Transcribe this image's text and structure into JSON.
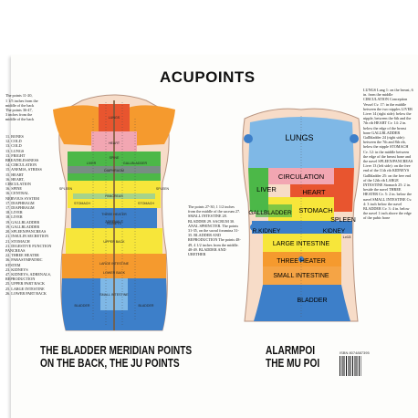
{
  "title": "ACUPOINTS",
  "left_notes": {
    "intro": "The points 11-20,\n1 1/5 inches from the\nmiddle of the back\nThe points 36-47,\n3 inches from the\nmiddle of the back",
    "items": [
      "11. BONES",
      "12. COLD",
      "13. COLD",
      "13. LUNGS",
      "13. FRIGHT",
      "BREATHLESSNESS",
      "14. CIRCULATION",
      "15. ANEMIA, STRESS",
      "15. HEART",
      "16. HEART,",
      "CIRCULATION",
      "16. SPINE",
      "16. CENTRAL",
      "NERVOUS SYSTEM",
      "17. DIAPHRAGM",
      "17. DIAPHRAGM",
      "18. LIVER",
      "18. LIVER",
      "19. GALLBLADDER",
      "19. GALLBLADDER",
      "20. SPLEEN/PANCREAS",
      "21. INSULIN SECRETION",
      "21. STOMACH",
      "21. DIGESTIVE FUNCTION",
      "PANCREAS",
      "22. THREE HEATER",
      "36. PARASYMPATHIC",
      "SYSTEM",
      "23. KIDNEYS",
      "47. KIDNEYS, ADRENALS,",
      "REPRODUCTION",
      "25. UPPER PART BACK",
      "25. LARGE INTESTINE",
      "26. LOWER PART BACK"
    ]
  },
  "middle_notes": "The points 27-30, 1 1/2 inches from the middle of the sacrum 27. SMALL INTESTINE 28. BLADDER 29. SACRUM 30. ANAL SPHINCTER. The points 31-35, on the sacral foramina 31-35. BLADDER AND REPRODUCTION The points 48-49, 4 1/2 inches from the middle. 48-49. BLADDER AND URETHER",
  "right_notes": "LUNGS Lung 1: on the breast, 6 in. from the middle CIRCULATION Conception Vessel Cv. 17: in the middle between the two nipples LIVER Liver 14 (right side): below the nipple, between the 6th and the 7th rib HEART Cv. 14: 2 in. below the edge of the breast bone GALLBLADDER Gallbladder 24 (right side): between the 7th and 8th rib, below the nipple STOMACH Cv. 12: in the middle between the edge of the breast bone and the navel SPLEEN/PANCREAS Liver 13 (left side): on the free end of the 11th rib KIDNEYS Gallbladder 25: on the free end of the 12th rib LARGE INTESTINE Stomach 25: 2 in. beside the navel THREE HEATER Cv. 5: 2 in. below the navel SMALL INTESTINE Cv. 4: 3 inch below the navel BLADDER Cv. 3: 4 in. below the navel 1 inch above the edge of the pubic bone",
  "back_labels": [
    "SPLEEN",
    "SPLEEN",
    "PANCREAS",
    "STOMACH",
    "STOMACH",
    "THREE HEATER",
    "KIDNEYS",
    "UPPER BACK",
    "LARGE INTESTINE",
    "LOWER BACK",
    "SMALL INTESTINE",
    "BLADDER",
    "BLADDER",
    "LUNGS",
    "HEART",
    "LIVER",
    "GALLBLADDER",
    "ADRENALS",
    "DIAPHRAGM",
    "SPINE"
  ],
  "front_labels": {
    "lungs": "LUNGS",
    "circulation": "CIRCULATION",
    "liver": "LIVER",
    "heart": "HEART",
    "gallbladder": "GALLBLADDER",
    "stomach": "STOMACH",
    "spleen": "SPLEEN",
    "r_kidney": "R.KIDNEY",
    "kidney": "KIDNEY",
    "large_intestine": "LARGE INTESTINE",
    "three_heater": "THREE HEATER",
    "small_intestine": "SMALL INTESTINE",
    "bladder": "BLADDER",
    "lv13": "Lv13"
  },
  "caption_left": [
    "THE BLADDER MERIDIAN POINTS",
    "ON THE BACK, THE JU POINTS"
  ],
  "caption_right": [
    "ALARMPOI",
    "THE MU POI"
  ],
  "isbn": "ISBN 8074887395",
  "colors": {
    "orange": "#f59a2e",
    "green": "#4cb848",
    "yellow": "#f7e63a",
    "blue": "#3d7fc9",
    "lightblue": "#7fb8e6",
    "red": "#e8552f",
    "pink": "#f2a6b2",
    "purple": "#9b6cb5",
    "teal": "#6fc7c0"
  }
}
